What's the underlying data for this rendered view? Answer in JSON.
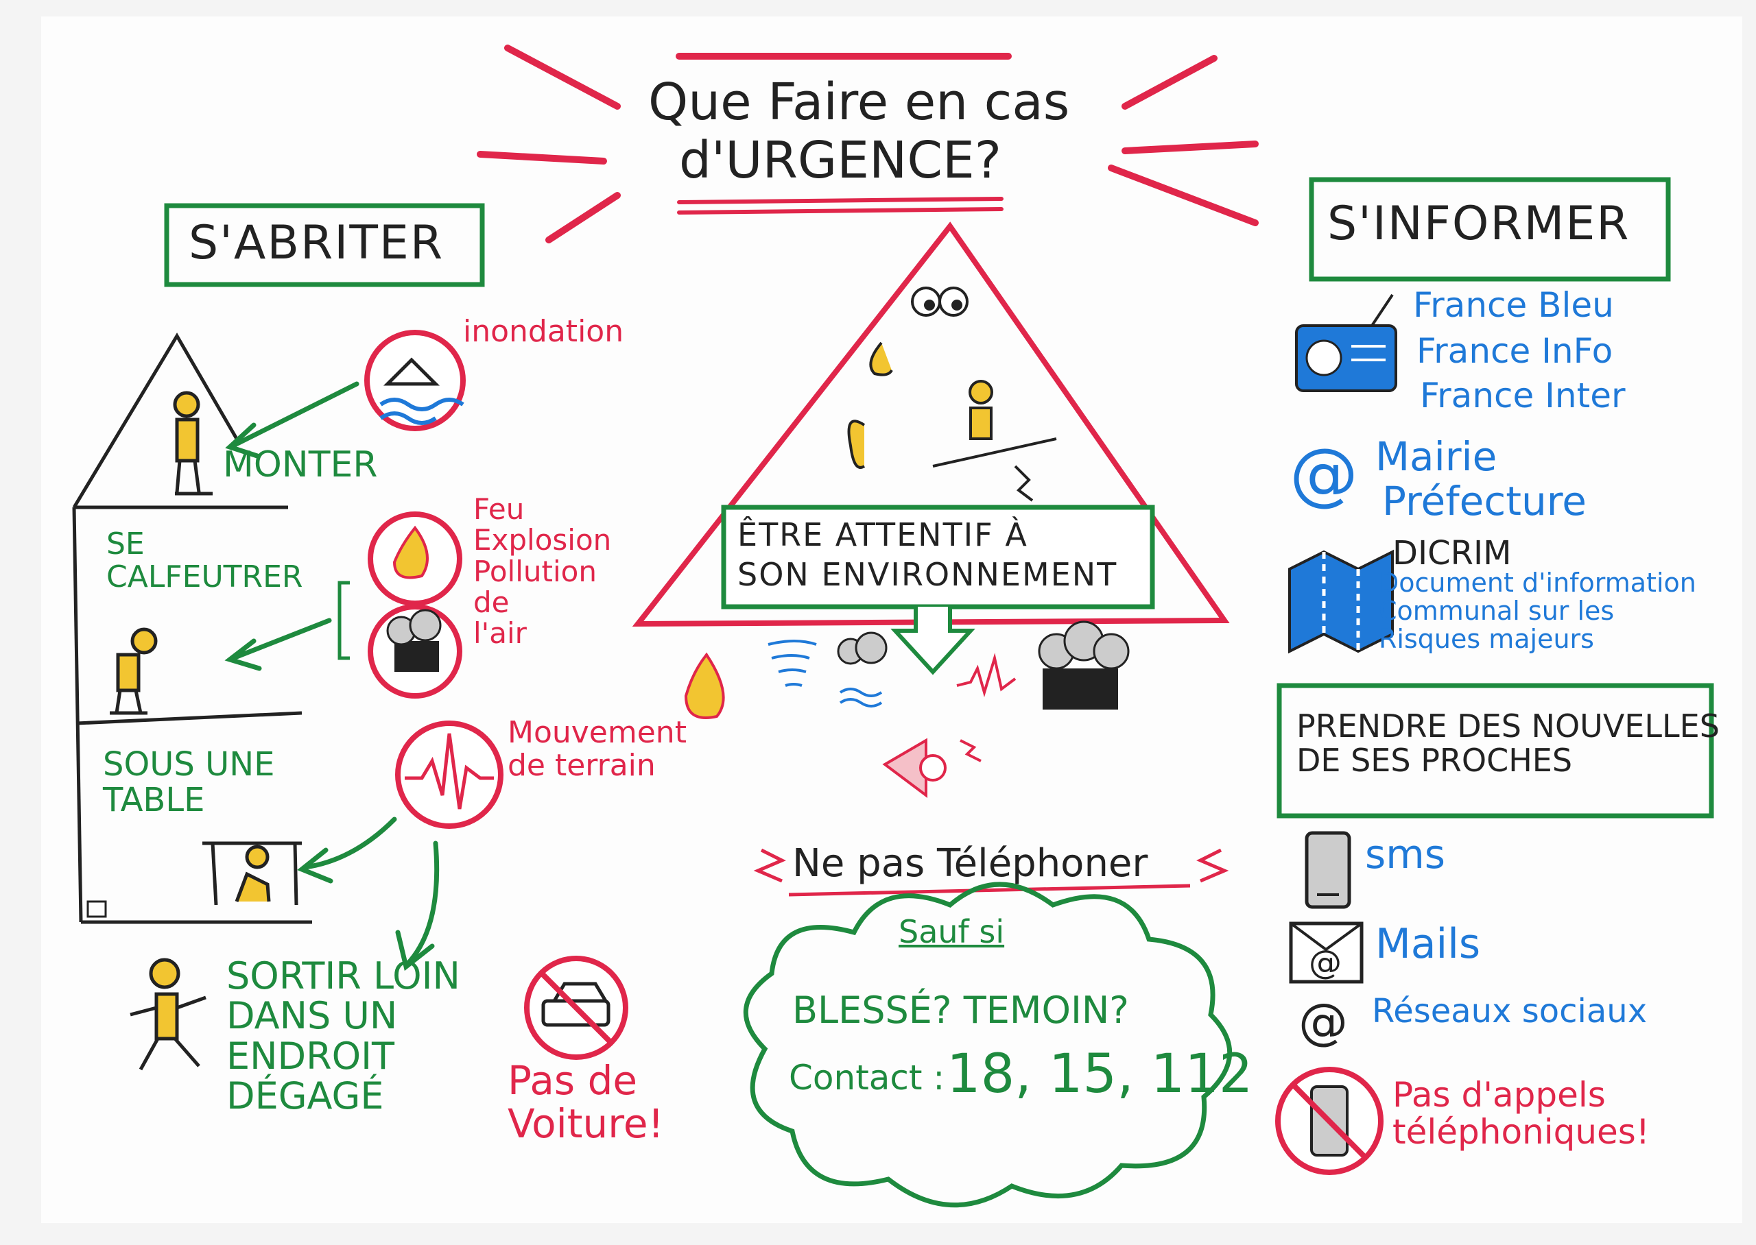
{
  "title": {
    "line1": "Que Faire en cas",
    "line2": "d'URGENCE?"
  },
  "left": {
    "header": "S'ABRITER",
    "hazards": {
      "flood": "inondation",
      "fire": "Feu\nExplosion\nPollution\nde\nl'air",
      "ground": "Mouvement\nde terrain"
    },
    "actions": {
      "climb": "MONTER",
      "seal": "SE\nCALFEUTRER",
      "table": "SOUS UNE\nTABLE",
      "leave": "SORTIR LOIN\nDANS UN\nENDROIT\nDÉGAGÉ"
    },
    "no_car": "Pas de\nVoiture!"
  },
  "center": {
    "triangle_label": "ÊTRE ATTENTIF À\nSON ENVIRONNEMENT",
    "no_phone": "Ne pas Téléphoner",
    "except": "Sauf si",
    "question": "BLESSÉ? TEMOIN?",
    "contact_label": "Contact :",
    "contact_numbers": "18, 15, 112"
  },
  "right": {
    "header": "S'INFORMER",
    "radio": [
      "France Bleu",
      "France InFo",
      "France Inter"
    ],
    "web": [
      "Mairie",
      "Préfecture"
    ],
    "dicrim_title": "DICRIM",
    "dicrim_desc": "Document d'information\nCommunal sur les\nRisques majeurs",
    "news_box": "PRENDRE DES NOUVELLES\nDE SES PROCHES",
    "channels": {
      "sms": "sms",
      "mails": "Mails",
      "social": "Réseaux sociaux"
    },
    "no_calls": "Pas d'appels\ntéléphoniques!"
  },
  "colors": {
    "red": "#e0264a",
    "green": "#1e8a3e",
    "blue": "#1f79d8",
    "yellow": "#f2c531",
    "black": "#222222"
  }
}
